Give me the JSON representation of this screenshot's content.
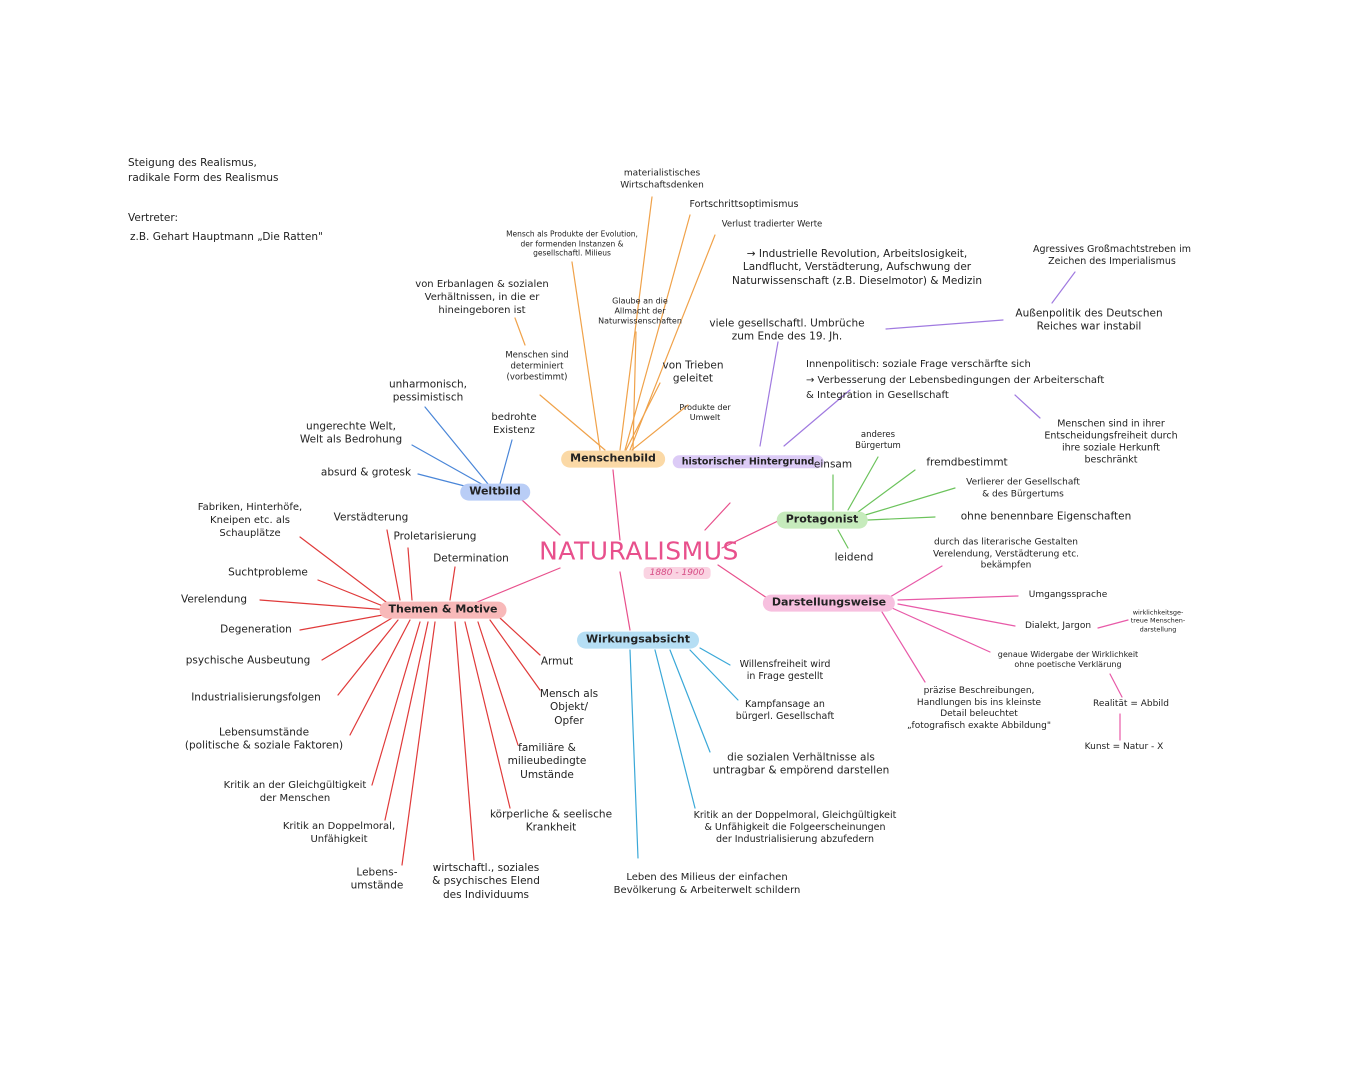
{
  "intro": {
    "line1": "Steigung des Realismus,",
    "line2": "radikale Form des Realismus",
    "vertreter_label": "Vertreter:",
    "vertreter_value": "z.B. Gehart Hauptmann „Die Ratten\""
  },
  "center": {
    "title": "NATURALISMUS",
    "years": "1880 - 1900"
  },
  "colors": {
    "center": "#e8508c",
    "menschenbild": "#f0a24a",
    "weltbild": "#4a86d8",
    "themen": "#e03a3a",
    "wirkung": "#3aa8d8",
    "historisch": "#a07ae0",
    "protagonist": "#6cc35c",
    "darstellung": "#e85aa8"
  },
  "hubs": {
    "menschenbild": "Menschenbild",
    "weltbild": "Weltbild",
    "themen": "Themen & Motive",
    "wirkung": "Wirkungsabsicht",
    "historisch": "historischer\nHintergrund",
    "protagonist": "Protagonist",
    "darstellung": "Darstellungsweise"
  },
  "menschenbild": {
    "materialistisch": "materialistisches\nWirtschaftsdenken",
    "fortschritt": "Fortschrittsoptimismus",
    "verlust": "Verlust tradierter Werte",
    "produkt_evolution": "Mensch als Produkte der Evolution,\nder formenden Instanzen &\ngesellschaftl. Milieus",
    "glaube": "Glaube an die\nAllmacht der\nNaturwissenschaften",
    "erbanlagen": "von Erbanlagen & sozialen\nVerhältnissen, in die er\nhineingeboren ist",
    "determiniert": "Menschen sind\ndeterminiert\n(vorbestimmt)",
    "trieben": "von Trieben\ngeleitet",
    "umwelt": "Produkte der\nUmwelt"
  },
  "weltbild": {
    "unharmonisch": "unharmonisch,\npessimistisch",
    "ungerecht": "ungerechte Welt,\nWelt als Bedrohung",
    "bedrohte": "bedrohte\nExistenz",
    "absurd": "absurd & grotesk"
  },
  "themen": {
    "fabriken": "Fabriken, Hinterhöfe,\nKneipen etc. als\nSchauplätze",
    "verstaedterung": "Verstädterung",
    "proletarisierung": "Proletarisierung",
    "determination": "Determination",
    "sucht": "Suchtprobleme",
    "verelendung": "Verelendung",
    "degeneration": "Degeneration",
    "psychische": "psychische Ausbeutung",
    "industrialisierung": "Industrialisierungsfolgen",
    "lebensumstaende": "Lebensumstände\n(politische & soziale Faktoren)",
    "kritik_gleich": "Kritik an der Gleichgültigkeit\nder Menschen",
    "kritik_doppel": "Kritik an Doppelmoral,\nUnfähigkeit",
    "lebensumstaende2": "Lebens-\numstände",
    "wirtschaftl": "wirtschaftl., soziales\n& psychisches Elend\ndes Individuums",
    "koerperliche": "körperliche & seelische\nKrankheit",
    "familiaere": "familiäre &\nmilieubedingte\nUmstände",
    "objekt": "Mensch als\nObjekt/\nOpfer",
    "armut": "Armut"
  },
  "wirkung": {
    "willensfreiheit": "Willensfreiheit wird\nin Frage gestellt",
    "kampfansage": "Kampfansage an\nbürgerl. Gesellschaft",
    "verhaeltnisse": "die sozialen Verhältnisse als\nuntragbar & empörend darstellen",
    "kritik": "Kritik an der Doppelmoral, Gleichgültigkeit\n& Unfähigkeit die Folgeerscheinungen\nder Industrialisierung abzufedern",
    "milieus": "Leben des Milieus der einfachen\nBevölkerung & Arbeiterwelt schildern"
  },
  "historisch": {
    "industrielle": "→ Industrielle Revolution, Arbeitslosigkeit,\nLandflucht, Verstädterung, Aufschwung der\nNaturwissenschaft (z.B. Dieselmotor) & Medizin",
    "umbrueche": "viele gesellschaftl. Umbrüche\nzum Ende des 19. Jh.",
    "aggressives": "Agressives Großmachtstreben im\nZeichen des Imperialismus",
    "aussenpolitik": "Außenpolitik des Deutschen\nReiches war instabil",
    "innenpolitisch": "Innenpolitisch: soziale Frage verschärfte sich\n→ Verbesserung der Lebensbedingungen der Arbeiterschaft\n& Integration in Gesellschaft",
    "menschen_freiheit": "Menschen sind in ihrer\nEntscheidungsfreiheit durch\nihre soziale Herkunft\nbeschränkt"
  },
  "protagonist": {
    "anderes": "anderes\nBürgertum",
    "einsam": "einsam",
    "fremdbestimmt": "fremdbestimmt",
    "verlierer": "Verlierer der Gesellschaft\n& des Bürgertums",
    "ohne": "ohne benennbare Eigenschaften",
    "leidend": "leidend"
  },
  "darstellung": {
    "durch": "durch das literarische Gestalten\nVerelendung, Verstädterung etc.\nbekämpfen",
    "umgangssprache": "Umgangssprache",
    "dialekt": "Dialekt, Jargon",
    "wirklichkeitsgetreue": "wirklichkeitsge-\ntreue Menschen-\ndarstellung",
    "genaue": "genaue Widergabe der Wirklichkeit\nohne poetische Verklärung",
    "praezise": "präzise Beschreibungen,\nHandlungen bis ins kleinste\nDetail beleuchtet\n„fotografisch exakte Abbildung\"",
    "realitaet": "Realität = Abbild",
    "kunst": "Kunst = Natur - X"
  }
}
